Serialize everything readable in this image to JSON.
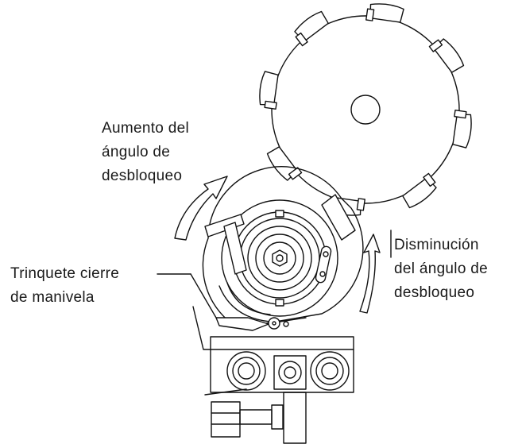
{
  "labels": {
    "increase": [
      "Aumento del",
      "ángulo de",
      "desbloqueo"
    ],
    "decrease": [
      "Disminución",
      "del ángulo de",
      "desbloqueo"
    ],
    "pawl": [
      "Trinquete cierre",
      "de manivela"
    ]
  },
  "colors": {
    "ink": "#111111",
    "background": "#ffffff"
  },
  "icons": [
    "rotation-arrow-icon"
  ]
}
